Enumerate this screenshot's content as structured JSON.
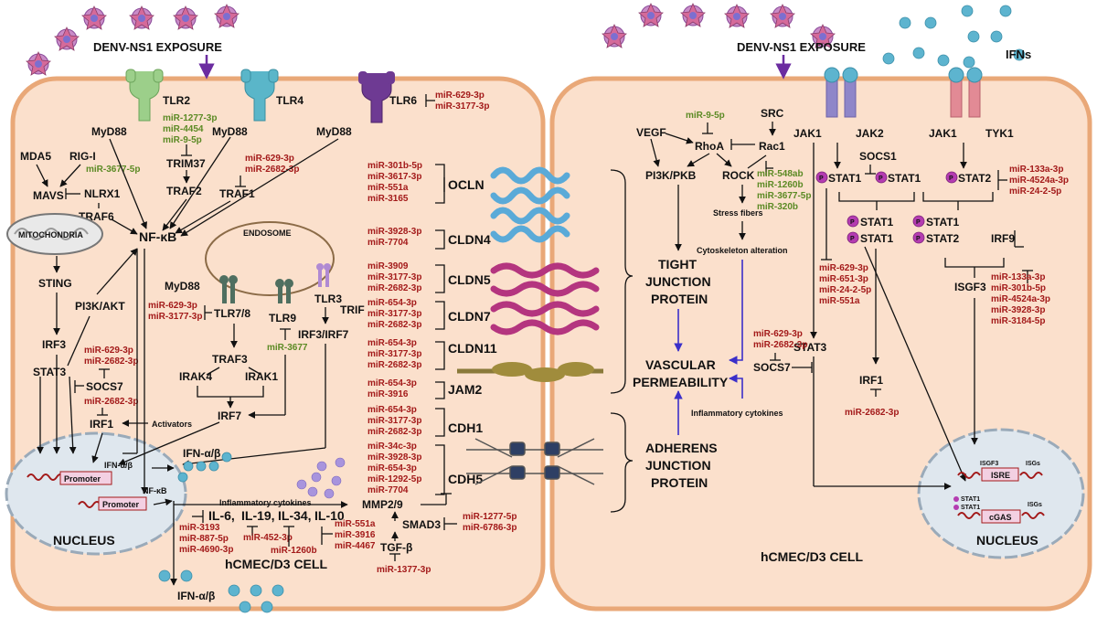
{
  "top_left": {
    "exposure": "DENV-NS1 EXPOSURE"
  },
  "top_right": {
    "exposure": "DENV-NS1 EXPOSURE",
    "ifns": "IFNs"
  },
  "left_cell": {
    "title": "hCMEC/D3 CELL",
    "nucleus": "NUCLEUS",
    "tlr2": "TLR2",
    "tlr4": "TLR4",
    "tlr6": "TLR6",
    "myd88_1": "MyD88",
    "myd88_2": "MyD88",
    "myd88_3": "MyD88",
    "myd88_4": "MyD88",
    "mir_tlr2": [
      "miR-1277-3p",
      "miR-4454",
      "miR-9-5p"
    ],
    "mir_tlr6": [
      "miR-629-3p",
      "miR-3177-3p"
    ],
    "mir_traf1": [
      "miR-629-3p",
      "miR-2682-3p"
    ],
    "trim37": "TRIM37",
    "traf2": "TRAF2",
    "traf1": "TRAF1",
    "mda5": "MDA5",
    "rigi": "RIG-I",
    "mir_rigi": "miR-3677-5p",
    "mavs": "MAVS",
    "nlrx1": "NLRX1",
    "traf6": "TRAF6",
    "nfkb": "NF-κB",
    "mitochondria": "MITOCHONDRIA",
    "sting": "STING",
    "endosome": "ENDOSOME",
    "tlr78": "TLR7/8",
    "tlr9": "TLR9",
    "tlr3": "TLR3",
    "trif": "TRIF",
    "irf37": "IRF3/IRF7",
    "mir_tlr78": [
      "miR-629-3p",
      "miR-3177-3p"
    ],
    "mir_tlr9": "miR-3677",
    "traf3": "TRAF3",
    "irak4": "IRAK4",
    "irak1": "IRAK1",
    "irf7": "IRF7",
    "pi3k": "PI3K/AKT",
    "irf3": "IRF3",
    "stat3": "STAT3",
    "mir_stat3": [
      "miR-629-3p",
      "miR-2682-3p"
    ],
    "socs7": "SOCS7",
    "mir_socs7": "miR-2682-3p",
    "irf1": "IRF1",
    "activators": "Activators",
    "ifnab_out": "IFN-α/β",
    "ifnab_bottom": "IFN-α/β",
    "promoter1": "Promoter",
    "promoter2": "Promoter",
    "ifnab_gene": "IFN-α/β",
    "nfkb_gene": "NF-κB",
    "inflam": "Inflammatory cytokines",
    "il6": "IL-6,",
    "il19": "IL-19,",
    "il34": "IL-34,",
    "il10": "IL-10",
    "mir_il6": [
      "miR-3193",
      "miR-887-5p",
      "miR-4690-3p"
    ],
    "mir_il19": "miR-452-3p",
    "mir_il34": "miR-1260b",
    "mir_il10": [
      "miR-551a",
      "miR-3916",
      "miR-4467"
    ],
    "mmp": "MMP2/9",
    "smad3": "SMAD3",
    "mir_smad3": [
      "miR-1277-5p",
      "miR-6786-3p"
    ],
    "tgfb": "TGF-β",
    "mir_tgfb": "miR-1377-3p"
  },
  "junctions": {
    "ocln": {
      "name": "OCLN",
      "mirs": [
        "miR-301b-5p",
        "miR-3617-3p",
        "miR-551a",
        "miR-3165"
      ]
    },
    "cldn4": {
      "name": "CLDN4",
      "mirs": [
        "miR-3928-3p",
        "miR-7704"
      ]
    },
    "cldn5": {
      "name": "CLDN5",
      "mirs": [
        "miR-3909",
        "miR-3177-3p",
        "miR-2682-3p"
      ]
    },
    "cldn7": {
      "name": "CLDN7",
      "mirs": [
        "miR-654-3p",
        "miR-3177-3p",
        "miR-2682-3p"
      ]
    },
    "cldn11": {
      "name": "CLDN11",
      "mirs": [
        "miR-654-3p",
        "miR-3177-3p",
        "miR-2682-3p"
      ]
    },
    "jam2": {
      "name": "JAM2",
      "mirs": [
        "miR-654-3p",
        "miR-3916"
      ]
    },
    "cdh1": {
      "name": "CDH1",
      "mirs": [
        "miR-654-3p",
        "miR-3177-3p",
        "miR-2682-3p"
      ]
    },
    "cdh5": {
      "name": "CDH5",
      "mirs": [
        "miR-34c-3p",
        "miR-3928-3p",
        "miR-654-3p",
        "miR-1292-5p",
        "miR-7704"
      ]
    }
  },
  "right_cell": {
    "title": "hCMEC/D3 CELL",
    "nucleus": "NUCLEUS",
    "tight": [
      "TIGHT",
      "JUNCTION",
      "PROTEIN"
    ],
    "adherens": [
      "ADHERENS",
      "JUNCTION",
      "PROTEIN"
    ],
    "vascular": [
      "VASCULAR",
      "PERMEABILITY"
    ],
    "vegf": "VEGF",
    "src": "SRC",
    "rhoa": "RhoA",
    "rac1": "Rac1",
    "pi3k": "PI3K/PKB",
    "rock": "ROCK",
    "mir_rhoa": "miR-9-5p",
    "mir_rock": [
      "miR-548ab",
      "miR-1260b",
      "miR-3677-5p",
      "miR-320b"
    ],
    "stress": "Stress fibers",
    "cyto": "Cytoskeleton alteration",
    "inflam": "Inflammatory cytokines",
    "jak1a": "JAK1",
    "jak2": "JAK2",
    "jak1b": "JAK1",
    "tyk1": "TYK1",
    "socs1": "SOCS1",
    "stat1a": "STAT1",
    "stat1b": "STAT1",
    "stat2": "STAT2",
    "mir_stat2": [
      "miR-133a-3p",
      "miR-4524a-3p",
      "miR-24-2-5p"
    ],
    "dimer1": [
      "STAT1",
      "STAT1"
    ],
    "dimer2": [
      "STAT1",
      "STAT2"
    ],
    "irf9": "IRF9",
    "isgf3": "ISGF3",
    "mir_irf9": [
      "miR-133a-3p",
      "miR-301b-5p",
      "miR-4524a-3p",
      "miR-3928-3p",
      "miR-3184-5p"
    ],
    "mir_stat1": [
      "miR-629-3p",
      "miR-651-3p",
      "miR-24-2-5p",
      "miR-551a"
    ],
    "stat3": "STAT3",
    "mir_stat3": [
      "miR-629-3p",
      "miR-2682-3p"
    ],
    "socs7": "SOCS7",
    "irf1": "IRF1",
    "mir_irf1": "miR-2682-3p",
    "isgf3_gene": "ISGF3",
    "isre": "ISRE",
    "isgs1": "ISGs",
    "stat1_g1": "STAT1",
    "stat1_g2": "STAT1",
    "cgas": "cGAS",
    "isgs2": "ISGs",
    "p": "P"
  },
  "colors": {
    "cell_fill": "#fbe0cc",
    "cell_stroke": "#e9a878",
    "nucleus_fill": "#dfe7ee",
    "mirna_red": "#a31a1a",
    "mirna_green": "#5b8a24",
    "arrow_purple": "#6b2ca0",
    "blue_arrow": "#3b2fc9",
    "ifn_ball": "#5db4cf"
  }
}
